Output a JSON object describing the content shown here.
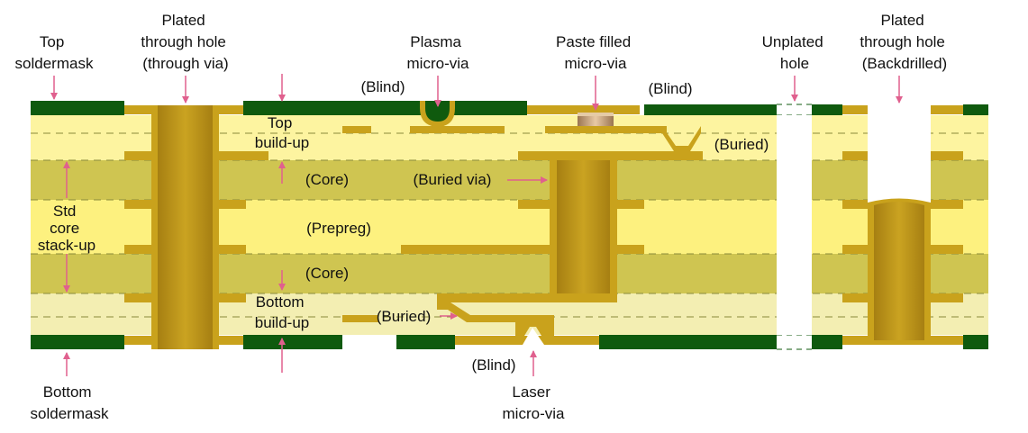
{
  "colors": {
    "soldermask": "#0f5a0e",
    "prepreg": "#fdf17f",
    "core": "#cfc551",
    "bottom_buildup": "#f3eeb2",
    "top_buildup": "#fdf4a0",
    "copper": "#c9a21c",
    "copper_dark": "#9c7a14",
    "paste": "#c8a276",
    "arrow": "#e0608e",
    "dash": "#8a8a3a",
    "text": "#111111"
  },
  "labels": {
    "top_soldermask": [
      "Top",
      "soldermask"
    ],
    "pth_through_via": [
      "Plated",
      "through hole",
      "(through via)"
    ],
    "plasma_micro_via": [
      "Plasma",
      "micro-via"
    ],
    "blind_1": "(Blind)",
    "paste_filled_micro_via": [
      "Paste filled",
      "micro-via"
    ],
    "blind_2": "(Blind)",
    "unplated_hole": [
      "Unplated",
      "hole"
    ],
    "pth_backdrilled": [
      "Plated",
      "through hole",
      "(Backdrilled)"
    ],
    "top_buildup": [
      "Top",
      "build-up"
    ],
    "buried_right": "(Buried)",
    "core_1": "(Core)",
    "buried_via": "(Buried via)",
    "std_core_stackup": [
      "Std",
      "core",
      "stack-up"
    ],
    "prepreg": "(Prepreg)",
    "core_2": "(Core)",
    "bottom_buildup": [
      "Bottom",
      "build-up"
    ],
    "buried_left": "(Buried)",
    "blind_bottom": "(Blind)",
    "laser_micro_via": [
      "Laser",
      "micro-via"
    ],
    "bottom_soldermask": [
      "Bottom",
      "soldermask"
    ]
  }
}
